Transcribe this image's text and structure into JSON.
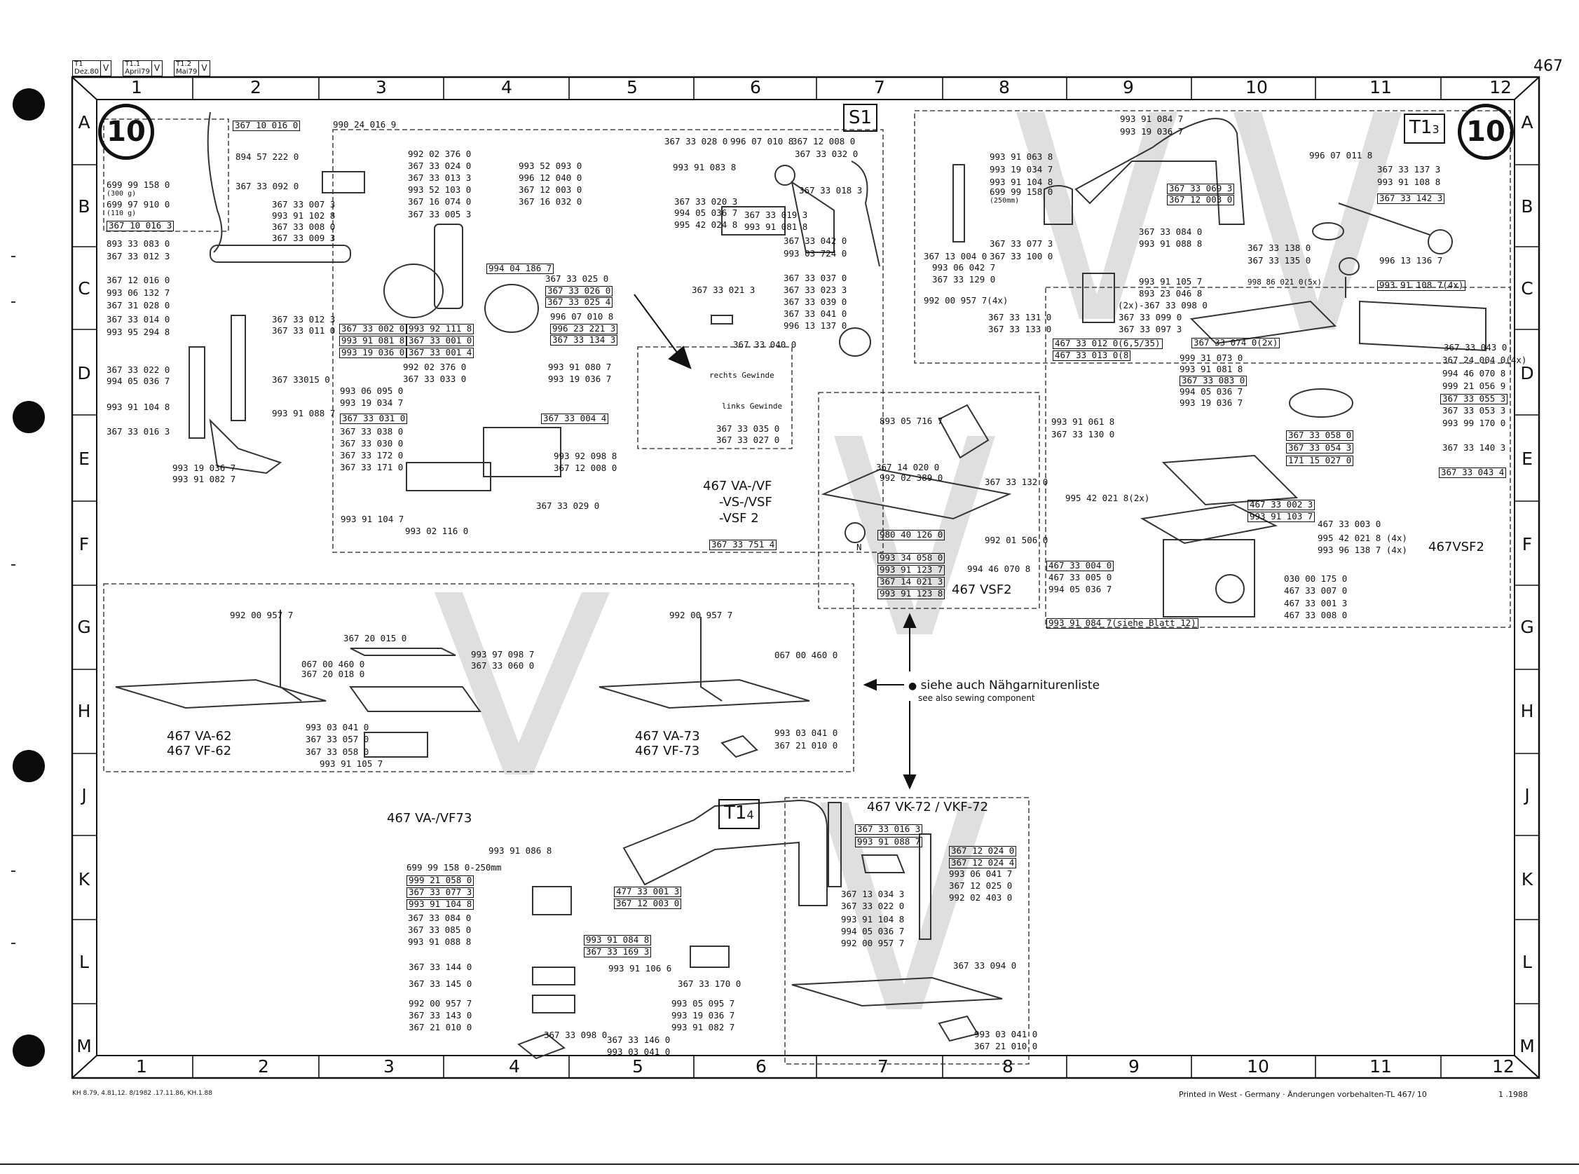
{
  "header": {
    "page_number": "467",
    "revisions": [
      {
        "label": "T1",
        "date": "Dez.80",
        "mark": "V"
      },
      {
        "label": "T1.1",
        "date": "April79",
        "mark": "V"
      },
      {
        "label": "T1.2",
        "date": "Mai79",
        "mark": "V"
      }
    ]
  },
  "grid": {
    "columns": [
      "1",
      "2",
      "3",
      "4",
      "5",
      "6",
      "7",
      "8",
      "9",
      "10",
      "11",
      "12"
    ],
    "rows": [
      "A",
      "B",
      "C",
      "D",
      "E",
      "F",
      "G",
      "H",
      "J",
      "K",
      "L",
      "M"
    ]
  },
  "badges": {
    "left": "10",
    "right": "10"
  },
  "sections": {
    "s1": "S1",
    "t13_prefix": "T1",
    "t13_sub": "3",
    "t14_prefix": "T1",
    "t14_sub": "4"
  },
  "model_texts": {
    "vavf": [
      "467 VA-/VF",
      "-VS-/VSF",
      "-VSF 2"
    ],
    "vsf2_right": "467VSF2",
    "vsf2_mid": "467 VSF2",
    "va62": [
      "467 VA-62",
      "467 VF-62"
    ],
    "va73": [
      "467 VA-73",
      "467 VF-73"
    ],
    "vavf73": "467 VA-/VF73",
    "vk72": "467 VK-72 / VKF-72"
  },
  "note": {
    "de": "siehe auch Nähgarniturenliste",
    "en": "see also sewing component"
  },
  "thread_notes": {
    "right": "rechts Gewinde",
    "left": "links Gewinde"
  },
  "footer": {
    "left": "KH 8.79, 4.81,12. 8/1982 .17.11.86, KH.1.88",
    "right": "Printed in West - Germany · Änderungen vorbehalten-TL 467/ 10",
    "date": "1 .1988"
  },
  "part_labels": [
    {
      "t": "367 10 016 0",
      "b": true
    },
    {
      "t": "990 24 016 9"
    },
    {
      "t": "894 57 222 0"
    },
    {
      "t": "699 99 158 0"
    },
    {
      "t": "(300 g)"
    },
    {
      "t": "699 97 910 0"
    },
    {
      "t": "(110 g)"
    },
    {
      "t": "367 10 016 3",
      "b": true
    },
    {
      "t": "367 33 092 0"
    },
    {
      "t": "367 33 007 3"
    },
    {
      "t": "993 91 102 8"
    },
    {
      "t": "367 33 008 0"
    },
    {
      "t": "367 33 009 3"
    },
    {
      "t": "893 33 083 0"
    },
    {
      "t": "367 33 012 3"
    },
    {
      "t": "367 12 016 0"
    },
    {
      "t": "993 06 132 7"
    },
    {
      "t": "367 31 028 0"
    },
    {
      "t": "367 33 014 0"
    },
    {
      "t": "993 95 294 8"
    },
    {
      "t": "367 33 012 3"
    },
    {
      "t": "367 33 011 0"
    },
    {
      "t": "367 33 022 0"
    },
    {
      "t": "994 05 036 7"
    },
    {
      "t": "367 33015 0"
    },
    {
      "t": "993 91 104 8"
    },
    {
      "t": "367 33 016 3"
    },
    {
      "t": "993 91 088 7"
    },
    {
      "t": "993 19 036 7"
    },
    {
      "t": "993 91 082 7"
    },
    {
      "t": "992 02 376 0"
    },
    {
      "t": "367 33 024 0"
    },
    {
      "t": "367 33 013 3"
    },
    {
      "t": "993 52 103 0"
    },
    {
      "t": "367 16 074 0"
    },
    {
      "t": "367 33 005 3"
    },
    {
      "t": "993 52 093 0"
    },
    {
      "t": "996 12 040 0"
    },
    {
      "t": "367 12 003 0"
    },
    {
      "t": "367 16 032 0"
    },
    {
      "t": "994 04 186 7",
      "b": true
    },
    {
      "t": "367 33 025 0"
    },
    {
      "t": "367 33 026 0",
      "b": true
    },
    {
      "t": "367 33 025 4",
      "b": true
    },
    {
      "t": "996 07 010 8"
    },
    {
      "t": "996 23 221 3",
      "b": true
    },
    {
      "t": "367 33 134 3",
      "b": true
    },
    {
      "t": "367 33 002 0",
      "b": true
    },
    {
      "t": "993 92 111 8",
      "b": true
    },
    {
      "t": "993 91 081 8",
      "b": true
    },
    {
      "t": "367 33 001 0",
      "b": true
    },
    {
      "t": "993 19 036 0",
      "b": true
    },
    {
      "t": "367 33 001 4",
      "b": true
    },
    {
      "t": "992 02 376 0"
    },
    {
      "t": "367 33 033 0"
    },
    {
      "t": "993 91 080 7"
    },
    {
      "t": "993 19 036 7"
    },
    {
      "t": "993 06 095 0"
    },
    {
      "t": "993 19 034 7"
    },
    {
      "t": "367 33 031 0",
      "b": true
    },
    {
      "t": "367 33 004 4",
      "b": true
    },
    {
      "t": "367 33 038 0"
    },
    {
      "t": "367 33 030 0"
    },
    {
      "t": "367 33 172 0"
    },
    {
      "t": "367 33 171 0"
    },
    {
      "t": "993 92 098 8"
    },
    {
      "t": "367 12 008 0"
    },
    {
      "t": "367 33 029 0"
    },
    {
      "t": "993 91 104 7"
    },
    {
      "t": "993 02 116 0"
    },
    {
      "t": "367 33 751 4",
      "b": true
    },
    {
      "t": "367 33 028 0"
    },
    {
      "t": "996 07 010 8"
    },
    {
      "t": "367 12 008 0"
    },
    {
      "t": "367 33 032 0"
    },
    {
      "t": "993 91 083 8"
    },
    {
      "t": "367 33 018 3"
    },
    {
      "t": "367 33 020 3"
    },
    {
      "t": "994 05 036 7"
    },
    {
      "t": "367 33 019 3"
    },
    {
      "t": "995 42 024 8"
    },
    {
      "t": "993 91 081 8"
    },
    {
      "t": "367 33 042 0"
    },
    {
      "t": "993 03 724 0"
    },
    {
      "t": "367 33 037 0"
    },
    {
      "t": "367 33 021 3"
    },
    {
      "t": "367 33 023 3"
    },
    {
      "t": "367 33 039 0"
    },
    {
      "t": "367 33 041 0"
    },
    {
      "t": "996 13 137 0"
    },
    {
      "t": "367 33 040 0"
    },
    {
      "t": "367 33 035 0"
    },
    {
      "t": "367 33 027 0"
    },
    {
      "t": "993 91 084 7"
    },
    {
      "t": "993 19 036 7"
    },
    {
      "t": "993 91 063 8"
    },
    {
      "t": "993 19 034 7"
    },
    {
      "t": "993 91 104 8"
    },
    {
      "t": "699 99 158 0"
    },
    {
      "t": "(250mm)"
    },
    {
      "t": "367 33 069 3",
      "b": true
    },
    {
      "t": "367 12 003 0",
      "b": true
    },
    {
      "t": "367 33 077 3"
    },
    {
      "t": "367 33 084 0"
    },
    {
      "t": "367 33 100 0"
    },
    {
      "t": "993 91 088 8"
    },
    {
      "t": "367 13 004 0"
    },
    {
      "t": "993 06 042 7"
    },
    {
      "t": "367 33 129 0"
    },
    {
      "t": "992 00 957 7(4x)"
    },
    {
      "t": "367 33 131 0"
    },
    {
      "t": "367 33 133 0"
    },
    {
      "t": "467 33 012 0(6,5/35)",
      "b": true
    },
    {
      "t": "467 33 013 0(8",
      "b": true
    },
    {
      "t": "993 91 105 7"
    },
    {
      "t": "893 23 046 8"
    },
    {
      "t": "(2x)-367 33 098 0"
    },
    {
      "t": "367 33 099 0"
    },
    {
      "t": "367 33 097 3"
    },
    {
      "t": "367 33 074 0(2x)",
      "b": true
    },
    {
      "t": "996 07 011 8"
    },
    {
      "t": "367 33 137 3"
    },
    {
      "t": "993 91 108 8"
    },
    {
      "t": "367 33 142 3",
      "b": true
    },
    {
      "t": "367 33 138 0"
    },
    {
      "t": "367 33 135 0"
    },
    {
      "t": "996 13 136 7"
    },
    {
      "t": "998 86 021 0(5x)"
    },
    {
      "t": "993 91 108 7(4x)",
      "b": true
    },
    {
      "t": "367 33 043 0"
    },
    {
      "t": "999 31 073 0"
    },
    {
      "t": "993 91 081 8"
    },
    {
      "t": "367 33 083 0",
      "b": true
    },
    {
      "t": "994 05 036 7"
    },
    {
      "t": "993 19 036 7"
    },
    {
      "t": "367 24 004 0(4x)"
    },
    {
      "t": "994 46 070 8"
    },
    {
      "t": "999 21 056 9"
    },
    {
      "t": "367 33 055 3",
      "b": true
    },
    {
      "t": "367 33 053 3"
    },
    {
      "t": "993 99 170 0"
    },
    {
      "t": "367 33 140 3"
    },
    {
      "t": "367 33 043 4",
      "b": true
    },
    {
      "t": "993 91 061 8"
    },
    {
      "t": "367 33 130 0"
    },
    {
      "t": "367 33 058 0",
      "b": true
    },
    {
      "t": "367 33 054 3",
      "b": true
    },
    {
      "t": "171 15 027 0",
      "b": true
    },
    {
      "t": "995 42 021 8(2x)"
    },
    {
      "t": "467 33 002 3",
      "b": true
    },
    {
      "t": "993 91 103 7",
      "b": true
    },
    {
      "t": "467 33 003 0"
    },
    {
      "t": "995 42 021 8 (4x)"
    },
    {
      "t": "993 96 138 7 (4x)"
    },
    {
      "t": "467 33 004 0"
    },
    {
      "t": "467 33 005 0"
    },
    {
      "t": "994 05 036 7"
    },
    {
      "t": "030 00 175 0"
    },
    {
      "t": "467 33 007 0"
    },
    {
      "t": "467 33 001 3"
    },
    {
      "t": "467 33 008 0"
    },
    {
      "t": "993 91 084 7(siehe Blatt 12)",
      "b": true
    },
    {
      "t": "893 05 716 7"
    },
    {
      "t": "367 14 020 0"
    },
    {
      "t": "992 02 389 0"
    },
    {
      "t": "367 33 132 0"
    },
    {
      "t": "980 40 126 0",
      "b": true
    },
    {
      "t": "N"
    },
    {
      "t": "993 34 058 0",
      "b": true
    },
    {
      "t": "993 91 123 7",
      "b": true
    },
    {
      "t": "367 14 021 3",
      "b": true
    },
    {
      "t": "993 91 123 8",
      "b": true
    },
    {
      "t": "992 01 506 0"
    },
    {
      "t": "994 46 070 8"
    },
    {
      "t": "992 00 957 7"
    },
    {
      "t": "367 20 015 0"
    },
    {
      "t": "993 97 098 7"
    },
    {
      "t": "367 33 060 0"
    },
    {
      "t": "067 00 460 0"
    },
    {
      "t": "367 20 018 0"
    },
    {
      "t": "993 03 041 0"
    },
    {
      "t": "367 33 057 0"
    },
    {
      "t": "367 33 058 0"
    },
    {
      "t": "993 91 105 7"
    },
    {
      "t": "992 00 957 7"
    },
    {
      "t": "067 00 460 0"
    },
    {
      "t": "993 03 041 0"
    },
    {
      "t": "367 21 010 0"
    },
    {
      "t": "993 91 086 8"
    },
    {
      "t": "699 99 158 0-250mm"
    },
    {
      "t": "999 21 058 0",
      "b": true
    },
    {
      "t": "367 33 077 3",
      "b": true
    },
    {
      "t": "993 91 104 8",
      "b": true
    },
    {
      "t": "477 33 001 3",
      "b": true
    },
    {
      "t": "367 12 003 0",
      "b": true
    },
    {
      "t": "367 33 084 0"
    },
    {
      "t": "367 33 085 0"
    },
    {
      "t": "993 91 088 8"
    },
    {
      "t": "993 91 084 8",
      "b": true
    },
    {
      "t": "367 33 169 3",
      "b": true
    },
    {
      "t": "367 33 144 0"
    },
    {
      "t": "993 91 106 6"
    },
    {
      "t": "367 33 145 0"
    },
    {
      "t": "367 33 170 0"
    },
    {
      "t": "992 00 957 7"
    },
    {
      "t": "367 33 143 0"
    },
    {
      "t": "367 21 010 0"
    },
    {
      "t": "993 05 095 7"
    },
    {
      "t": "993 19 036 7"
    },
    {
      "t": "993 91 082 7"
    },
    {
      "t": "367 33 098 0"
    },
    {
      "t": "367 33 146 0"
    },
    {
      "t": "993 03 041 0"
    },
    {
      "t": "367 33 016 3",
      "b": true
    },
    {
      "t": "993 91 088 7",
      "b": true
    },
    {
      "t": "367 12 024 0",
      "b": true
    },
    {
      "t": "367 12 024 4",
      "b": true
    },
    {
      "t": "993 06 041 7"
    },
    {
      "t": "367 12 025 0"
    },
    {
      "t": "992 02 403 0"
    },
    {
      "t": "367 13 034 3"
    },
    {
      "t": "367 33 022 0"
    },
    {
      "t": "993 91 104 8"
    },
    {
      "t": "994 05 036 7"
    },
    {
      "t": "992 00 957 7"
    },
    {
      "t": "367 33 094 0"
    },
    {
      "t": "993 03 041 0"
    },
    {
      "t": "367 21 010 0"
    }
  ]
}
